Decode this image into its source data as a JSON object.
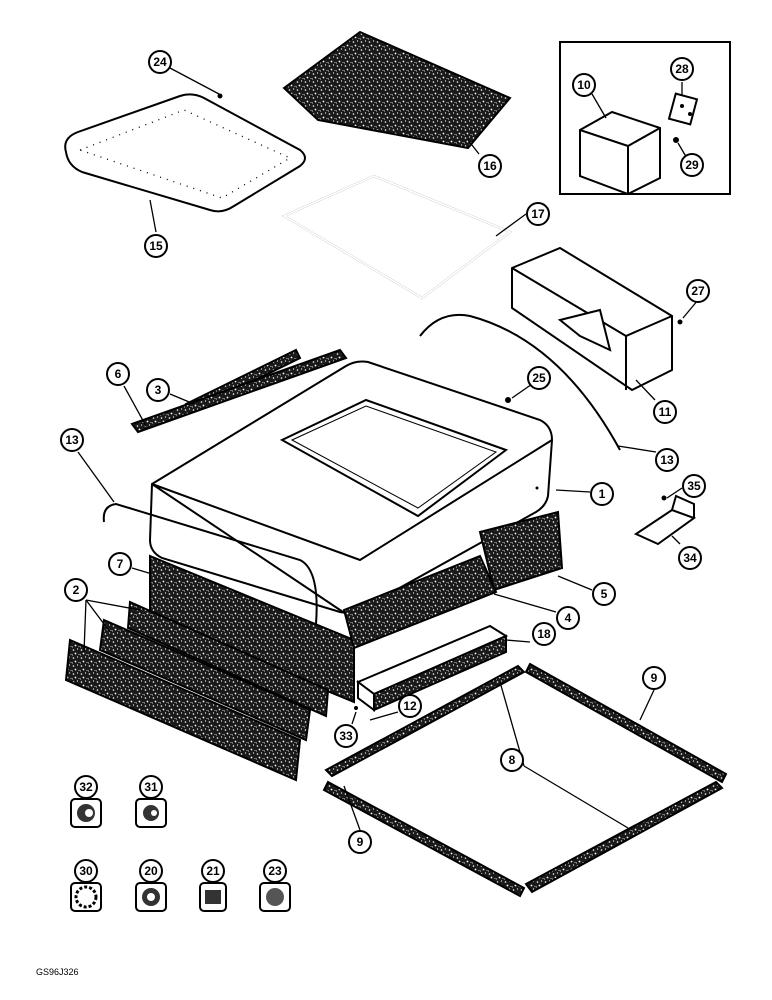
{
  "figure_code": "GS96J326",
  "callouts": [
    {
      "id": "c24",
      "label": "24"
    },
    {
      "id": "c16",
      "label": "16"
    },
    {
      "id": "c15",
      "label": "15"
    },
    {
      "id": "c17",
      "label": "17"
    },
    {
      "id": "c10",
      "label": "10"
    },
    {
      "id": "c28",
      "label": "28"
    },
    {
      "id": "c29",
      "label": "29"
    },
    {
      "id": "c27",
      "label": "27"
    },
    {
      "id": "c11",
      "label": "11"
    },
    {
      "id": "c3",
      "label": "3"
    },
    {
      "id": "c6",
      "label": "6"
    },
    {
      "id": "c25",
      "label": "25"
    },
    {
      "id": "c13a",
      "label": "13"
    },
    {
      "id": "c13b",
      "label": "13"
    },
    {
      "id": "c1",
      "label": "1"
    },
    {
      "id": "c35",
      "label": "35"
    },
    {
      "id": "c34",
      "label": "34"
    },
    {
      "id": "c7",
      "label": "7"
    },
    {
      "id": "c2",
      "label": "2"
    },
    {
      "id": "c5",
      "label": "5"
    },
    {
      "id": "c4",
      "label": "4"
    },
    {
      "id": "c18",
      "label": "18"
    },
    {
      "id": "c12",
      "label": "12"
    },
    {
      "id": "c33",
      "label": "33"
    },
    {
      "id": "c9a",
      "label": "9"
    },
    {
      "id": "c8",
      "label": "8"
    },
    {
      "id": "c9b",
      "label": "9"
    },
    {
      "id": "c32",
      "label": "32"
    },
    {
      "id": "c31",
      "label": "31"
    },
    {
      "id": "c30",
      "label": "30"
    },
    {
      "id": "c20",
      "label": "20"
    },
    {
      "id": "c21",
      "label": "21"
    },
    {
      "id": "c23",
      "label": "23"
    }
  ]
}
